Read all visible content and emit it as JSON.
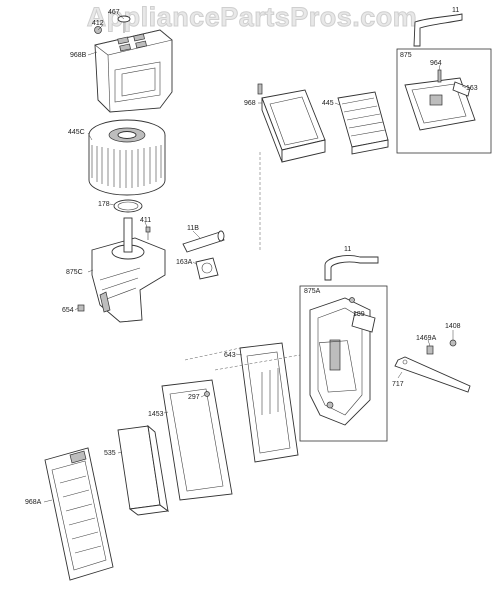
{
  "watermark": "AppliancePartsPros.com",
  "labels": {
    "l412": "412",
    "l467": "467",
    "l968B": "968B",
    "l445C": "445C",
    "l178": "178",
    "l411": "411",
    "l875C": "875C",
    "l654": "654",
    "l11top": "11",
    "l875": "875",
    "l964": "964",
    "l163": "163",
    "l968": "968",
    "l445": "445",
    "l11B": "11B",
    "l163A": "163A",
    "l11mid": "11",
    "l875A": "875A",
    "l189": "189",
    "l1408": "1408",
    "l1469A": "1469A",
    "l717": "717",
    "l643": "643",
    "l297": "297",
    "l1453": "1453",
    "l535": "535",
    "l968A": "968A"
  }
}
